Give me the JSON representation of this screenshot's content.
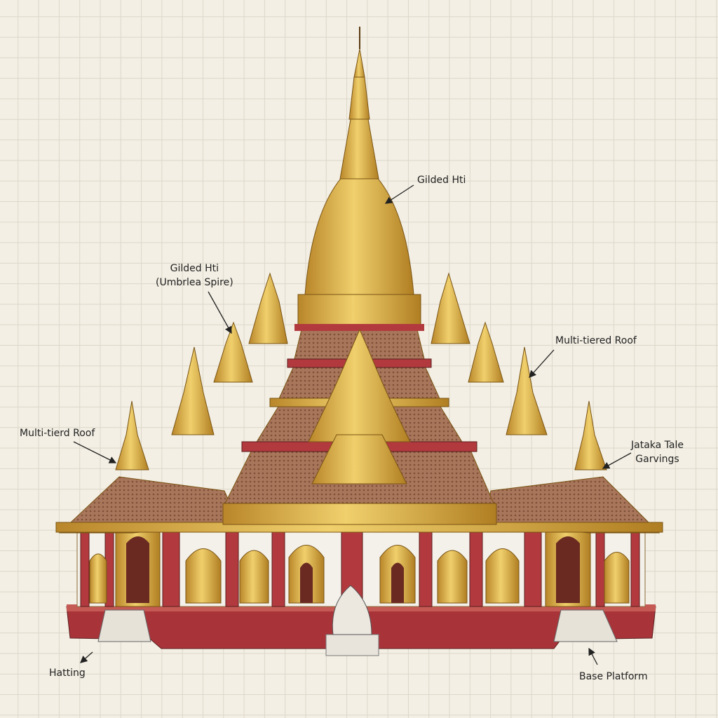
{
  "labels": {
    "top_hti": "Gilded Hti",
    "umbrella_spire_line1": "Gilded Hti",
    "umbrella_spire_line2": "(Umbrlea Spire)",
    "roof_right": "Multi-tiered Roof",
    "roof_left": "Multi-tierd Roof",
    "jataka_line1": "Jataka Tale",
    "jataka_line2": "Garvings",
    "hatting": "Hatting",
    "base_platform": "Base Platform"
  },
  "colors": {
    "gold": "#d9a836",
    "gold_light": "#efcf6a",
    "red": "#a8343a",
    "brick": "#9c6a4a",
    "white": "#f4f1ea",
    "background": "#f3efe4"
  }
}
